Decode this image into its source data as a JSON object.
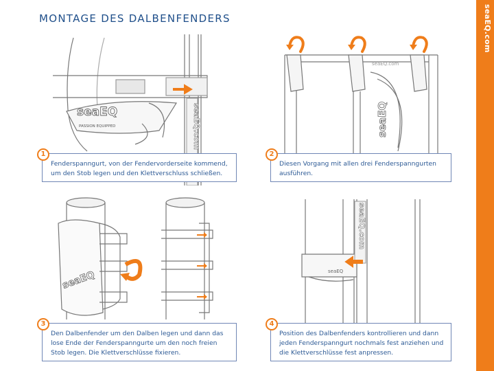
{
  "title": "MONTAGE DES DALBENFENDERS",
  "brand": "seaEQ.com",
  "colors": {
    "accent": "#ef7d1a",
    "text": "#1f4f8a",
    "line": "#7a7a7a"
  },
  "steps": [
    {
      "number": "1",
      "text": "Fenderspanngurt, von der Fendervorderseite kommend, um den Stob legen und den Klettverschluss schließen."
    },
    {
      "number": "2",
      "text": "Diesen Vorgang mit allen drei Fenderspanngurten ausführen."
    },
    {
      "number": "3",
      "text": "Den Dalbenfender um den Dalben legen und dann das lose Ende der Fenderspanngurte  um den noch freien Stob legen. Die Klettverschlüsse fixieren."
    },
    {
      "number": "4",
      "text": "Position des Dalbenfenders kontrollieren und dann jeden Fenderspanngurt nochmals fest anziehen und die Klettverschlüsse fest anpressen."
    }
  ],
  "illustration_text": {
    "logo_main": "seaEQ",
    "logo_sub": "PASSION EQUIPPED",
    "web": "seaEQ.com"
  }
}
